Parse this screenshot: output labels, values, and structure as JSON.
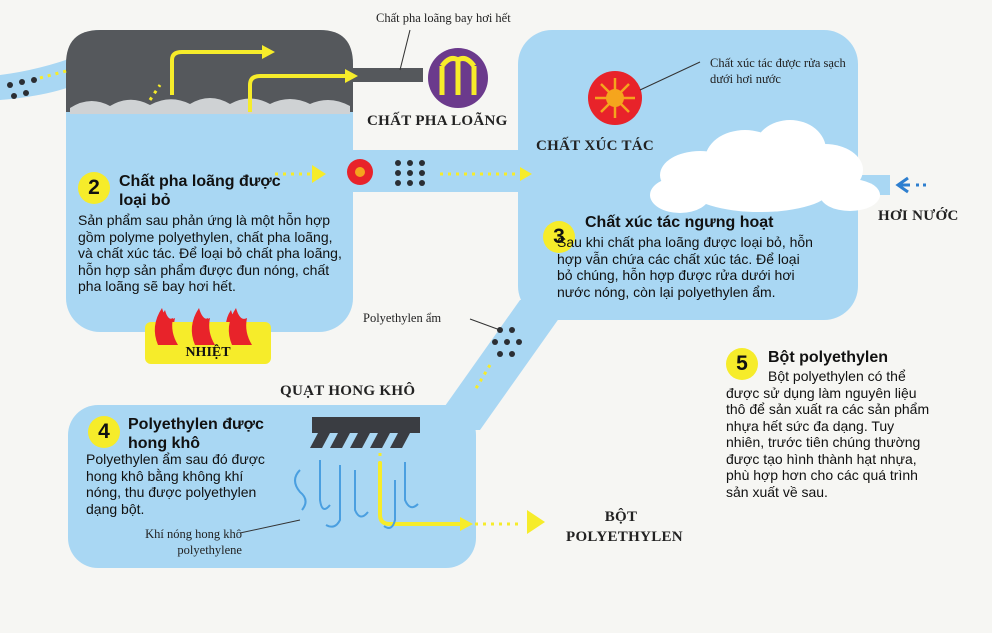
{
  "diluent_evaporated_note": "Chất pha loãng bay hơi hết",
  "diluent_label": "CHẤT PHA LOÃNG",
  "catalyst_label": "CHẤT XÚC TÁC",
  "catalyst_washed_note": "Chất xúc tác được rửa sạch dưới hơi nước",
  "steam_label": "HƠI NƯỚC",
  "heat_label": "NHIỆT",
  "wet_pe_note": "Polyethylen ẩm",
  "fan_label": "QUẠT HONG KHÔ",
  "hot_air_note": "Khí nóng hong khô polyethylene",
  "output_label": "BỘT POLYETHYLEN",
  "steps": [
    {
      "num": "2",
      "title": "Chất pha loãng được loại bỏ",
      "body": "Sản phẩm sau phản ứng là một hỗn hợp gồm polyme polyethylen, chất pha loãng, và chất xúc tác. Để loại bỏ chất pha loãng, hỗn hợp sản phẩm được đun nóng, chất pha loãng sẽ bay hơi hết."
    },
    {
      "num": "3",
      "title": "Chất xúc tác ngưng hoạt",
      "body": "Sau khi chất pha loãng được loại bỏ, hỗn hợp vẫn chứa các chất xúc tác. Để loại bỏ chúng, hỗn hợp được rửa dưới hơi nước nóng, còn lại polyethylen ẩm."
    },
    {
      "num": "4",
      "title": "Polyethylen được hong khô",
      "body": "Polyethylen ẩm sau đó được hong khô bằng không khí nóng, thu được polyethylen dạng bột."
    },
    {
      "num": "5",
      "title": "Bột polyethylen",
      "body": "Bột polyethylen có thể được sử dụng làm nguyên liệu thô để sản xuất ra các sản phẩm nhựa hết sức đa dạng. Tuy nhiên, trước tiên chúng thường được tạo hình thành hạt nhựa, phù hợp hơn cho các quá trình sản xuất về sau."
    }
  ],
  "colors": {
    "pipe": "#a9d7f3",
    "accent": "#f6ec2a",
    "diluent": "#6b3a8c",
    "catalyst": "#e8232a",
    "steam_arrow": "#2e7fcf"
  }
}
